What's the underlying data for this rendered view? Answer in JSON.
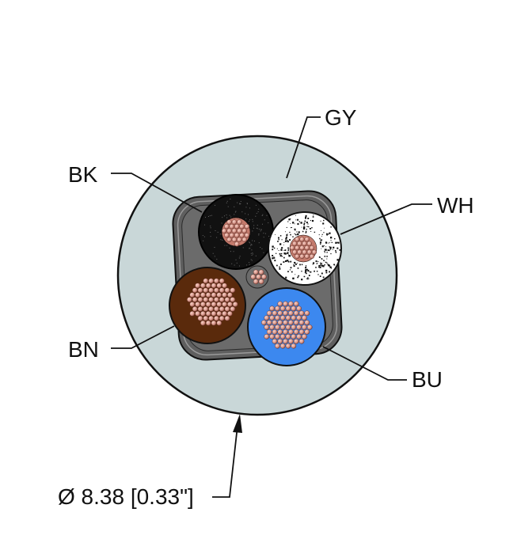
{
  "labels": {
    "gy": "GY",
    "bk": "BK",
    "wh": "WH",
    "bn": "BN",
    "bu": "BU",
    "diameter": "Ø 8.38 [0.33\"]"
  },
  "colors": {
    "jacket": "#c9d7d8",
    "inner_jacket": "#5a5a5a",
    "black_core": "#111111",
    "white_core": "#ffffff",
    "brown_core": "#5a2a0c",
    "blue_core": "#3c88ef",
    "copper_strand": "#d99a8e",
    "line": "#111111"
  }
}
